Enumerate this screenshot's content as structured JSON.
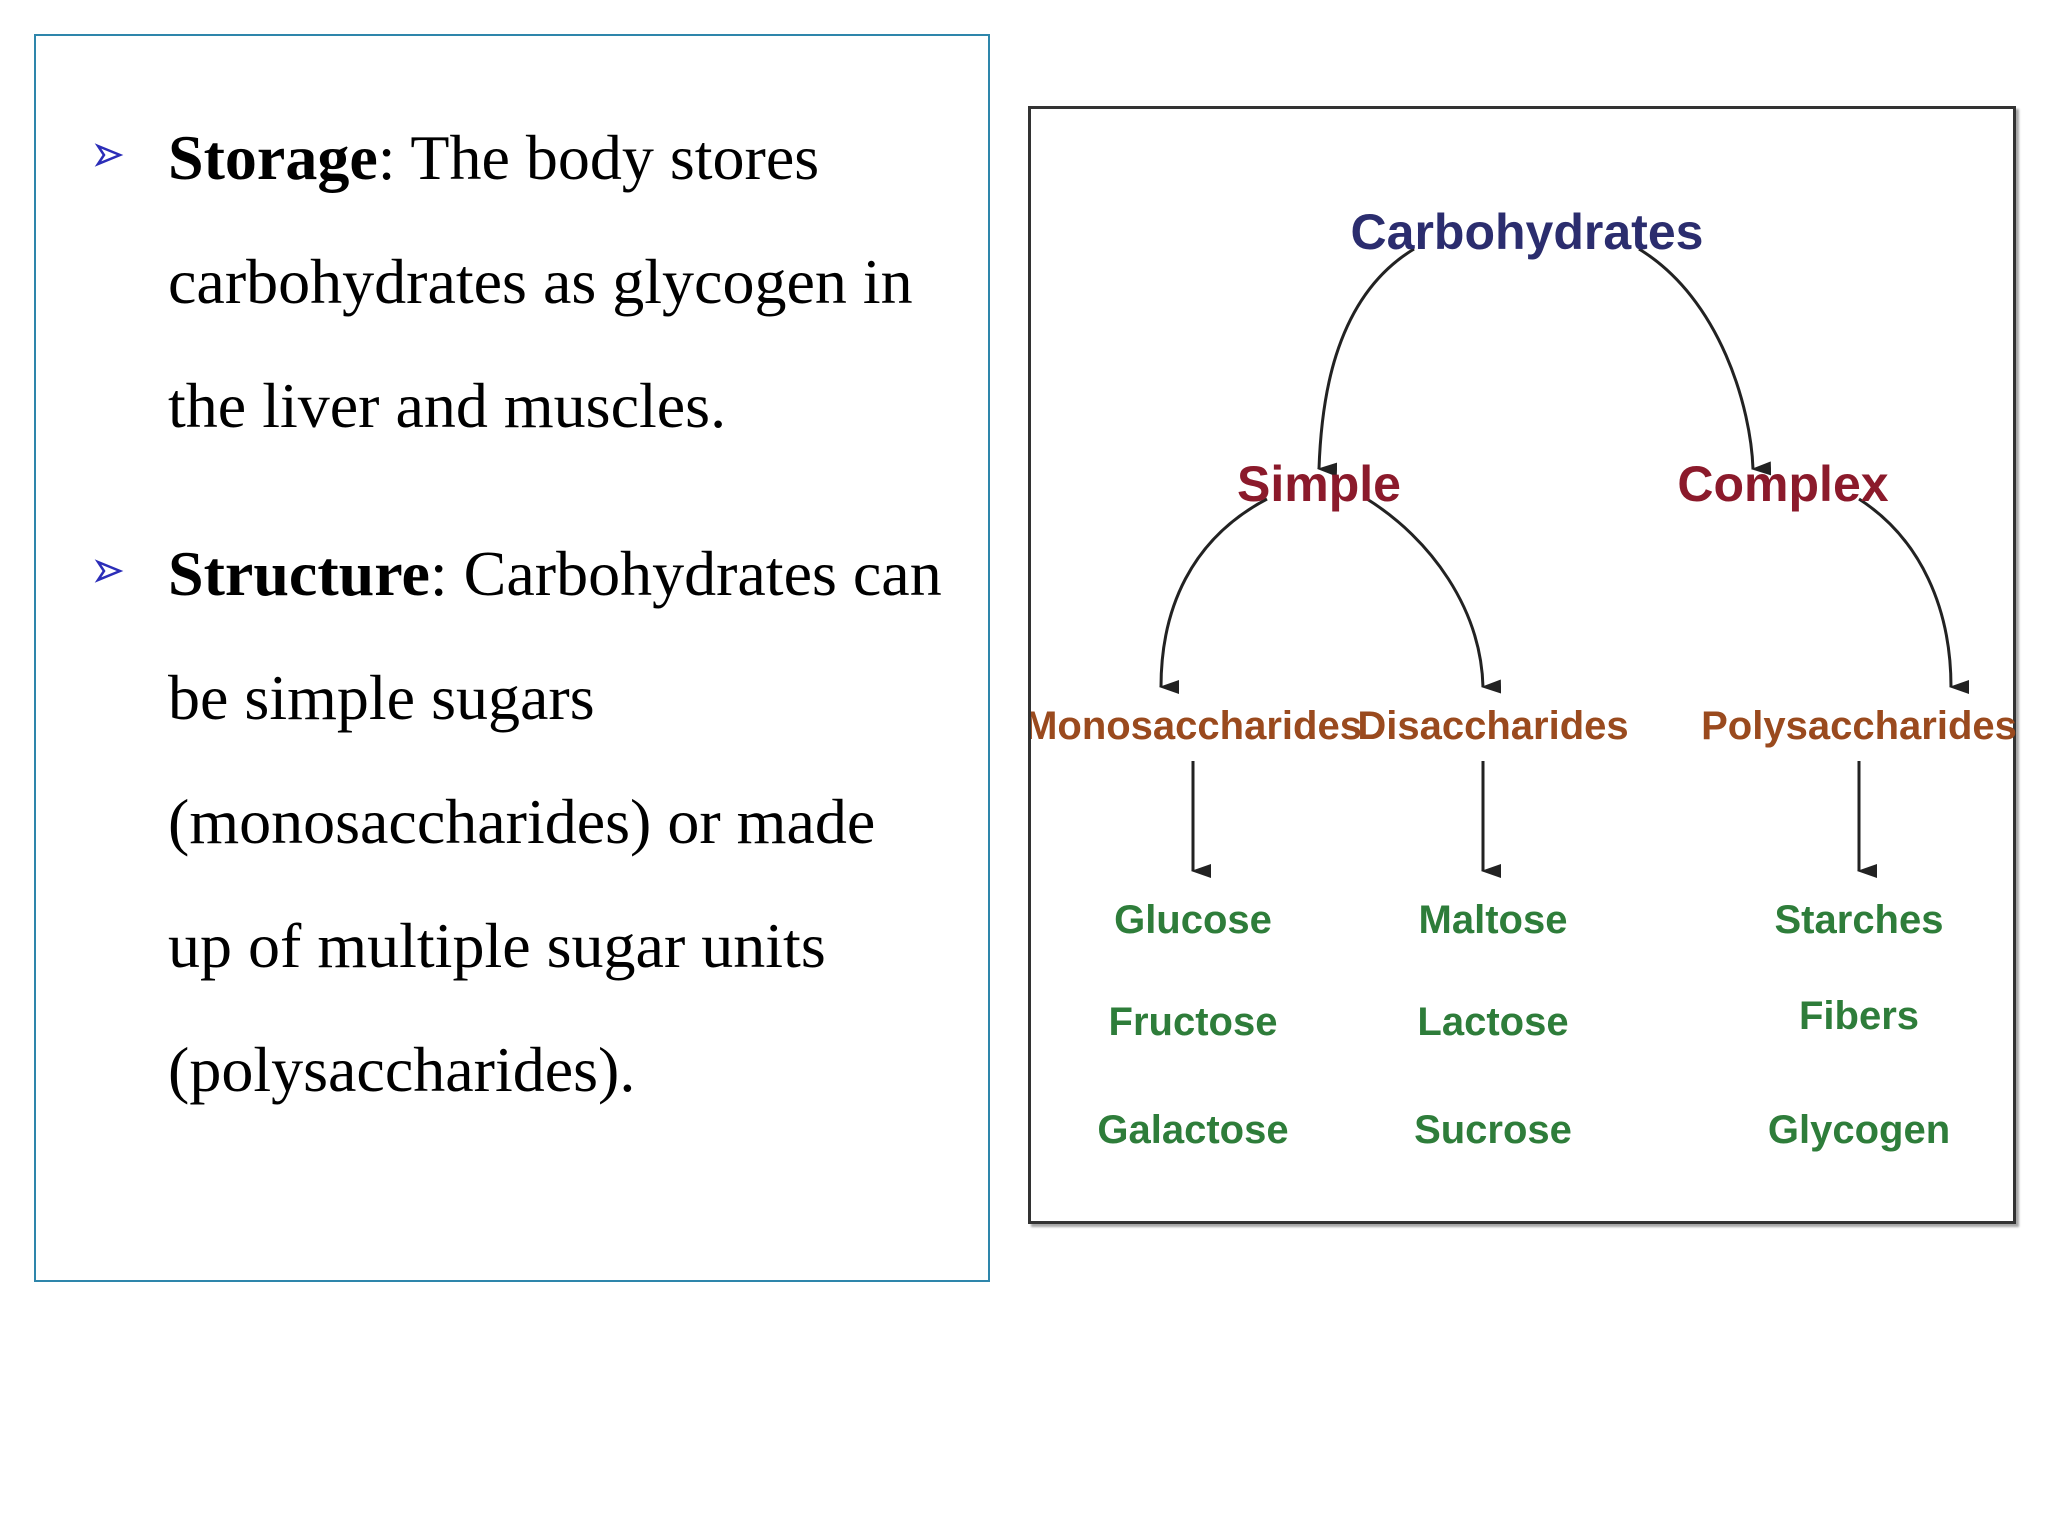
{
  "bullets": [
    {
      "term": "Storage",
      "lines": [
        ": The body stores",
        "carbohydrates as glycogen in",
        "the liver and muscles."
      ]
    },
    {
      "term": "Structure",
      "lines": [
        ": Carbohydrates can",
        "be simple sugars",
        "(monosaccharides) or made",
        "up of multiple sugar units",
        "(polysaccharides)."
      ]
    }
  ],
  "diagram": {
    "root": "Carbohydrates",
    "simple": "Simple",
    "complex": "Complex",
    "mono": "Monosaccharides",
    "di": "Disaccharides",
    "poly": "Polysaccharides",
    "mono_items": [
      "Glucose",
      "Fructose",
      "Galactose"
    ],
    "di_items": [
      "Maltose",
      "Lactose",
      "Sucrose"
    ],
    "poly_items": [
      "Starches",
      "Fibers",
      "Glycogen"
    ],
    "colors": {
      "root": "#2b2d6e",
      "level2": "#8b1a2b",
      "level3": "#9a4a1e",
      "level4": "#2e7d3a",
      "bullet_marker": "#2b2db8",
      "frame": "#2e86ab"
    }
  }
}
